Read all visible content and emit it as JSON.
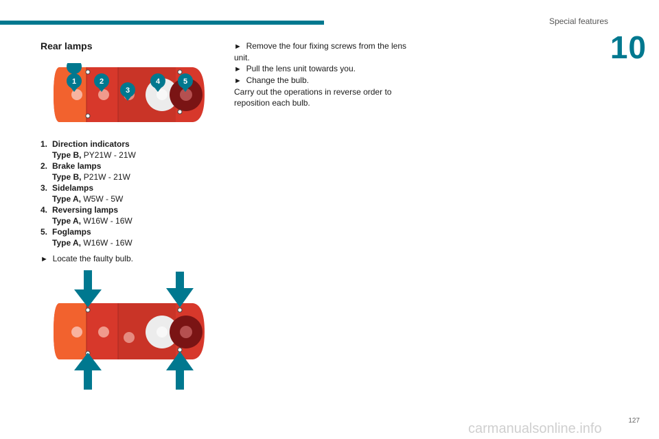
{
  "header": {
    "section": "Special features",
    "chapter": "10"
  },
  "title": "Rear lamps",
  "markers": [
    "1",
    "2",
    "3",
    "4",
    "5"
  ],
  "bulbs": [
    {
      "num": "1.",
      "name": "Direction indicators",
      "type": "Type B,",
      "spec": "PY21W - 21W"
    },
    {
      "num": "2.",
      "name": "Brake lamps",
      "type": "Type B,",
      "spec": "P21W - 21W"
    },
    {
      "num": "3.",
      "name": "Sidelamps",
      "type": "Type A,",
      "spec": "W5W - 5W"
    },
    {
      "num": "4.",
      "name": "Reversing lamps",
      "type": "Type A,",
      "spec": "W16W - 16W"
    },
    {
      "num": "5.",
      "name": "Foglamps",
      "type": "Type A,",
      "spec": "W16W - 16W"
    }
  ],
  "step_locate": "Locate the faulty bulb.",
  "steps_right": [
    "Remove the four fixing screws from the lens unit.",
    "Pull the lens unit towards you.",
    "Change the bulb."
  ],
  "closing": "Carry out the operations in reverse order to reposition each bulb.",
  "bullet": "►",
  "page_number": "127",
  "watermark": "carmanualsonline.info",
  "colors": {
    "accent": "#00788f",
    "lamp_red": "#d7382b",
    "lamp_orange": "#f2622e",
    "fog_dark": "#7a1414"
  }
}
